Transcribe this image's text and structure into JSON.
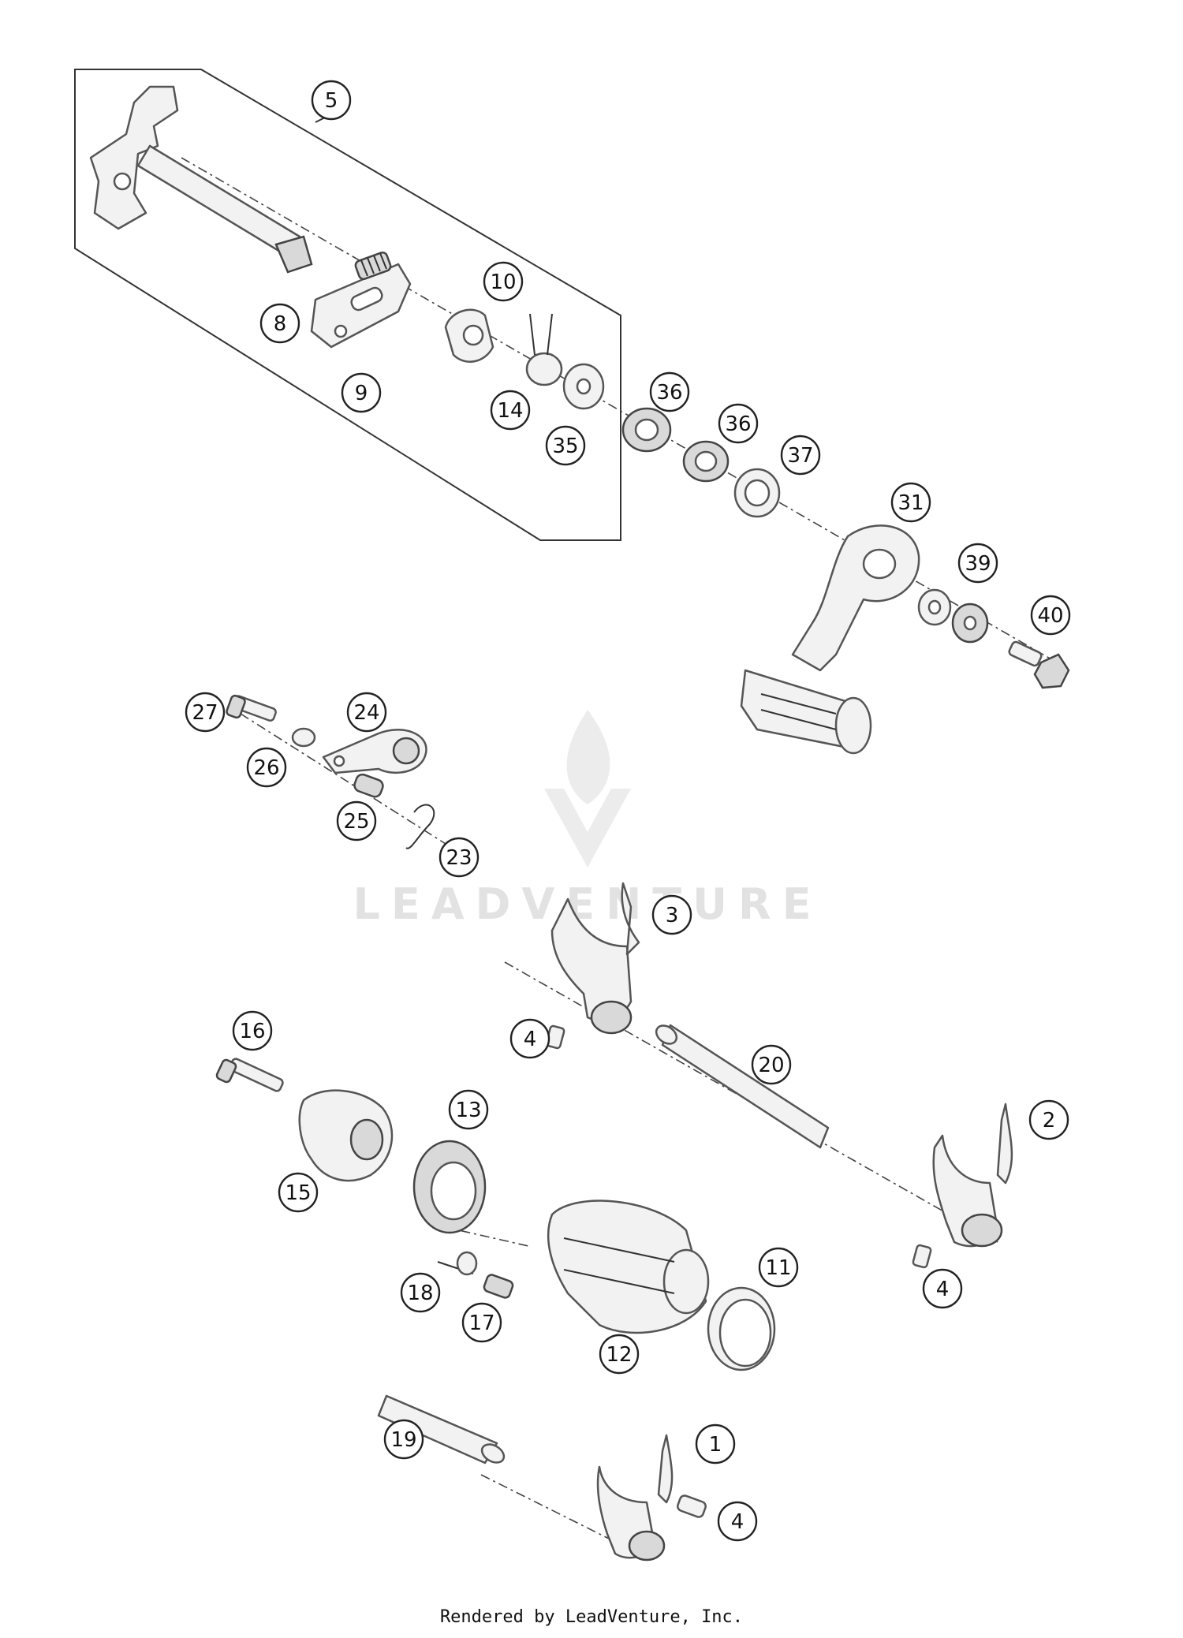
{
  "watermark": {
    "text": "LEADVENTURE"
  },
  "footer": {
    "text": "Rendered by LeadVenture, Inc."
  },
  "callouts": [
    {
      "id": "callout-5",
      "label": "5"
    },
    {
      "id": "callout-10",
      "label": "10"
    },
    {
      "id": "callout-8",
      "label": "8"
    },
    {
      "id": "callout-9",
      "label": "9"
    },
    {
      "id": "callout-14",
      "label": "14"
    },
    {
      "id": "callout-35",
      "label": "35"
    },
    {
      "id": "callout-36a",
      "label": "36"
    },
    {
      "id": "callout-36b",
      "label": "36"
    },
    {
      "id": "callout-37",
      "label": "37"
    },
    {
      "id": "callout-31",
      "label": "31"
    },
    {
      "id": "callout-39",
      "label": "39"
    },
    {
      "id": "callout-40",
      "label": "40"
    },
    {
      "id": "callout-27",
      "label": "27"
    },
    {
      "id": "callout-24",
      "label": "24"
    },
    {
      "id": "callout-26",
      "label": "26"
    },
    {
      "id": "callout-25",
      "label": "25"
    },
    {
      "id": "callout-23",
      "label": "23"
    },
    {
      "id": "callout-3",
      "label": "3"
    },
    {
      "id": "callout-16",
      "label": "16"
    },
    {
      "id": "callout-4a",
      "label": "4"
    },
    {
      "id": "callout-20",
      "label": "20"
    },
    {
      "id": "callout-13",
      "label": "13"
    },
    {
      "id": "callout-2",
      "label": "2"
    },
    {
      "id": "callout-15",
      "label": "15"
    },
    {
      "id": "callout-11",
      "label": "11"
    },
    {
      "id": "callout-18",
      "label": "18"
    },
    {
      "id": "callout-17",
      "label": "17"
    },
    {
      "id": "callout-4b",
      "label": "4"
    },
    {
      "id": "callout-12",
      "label": "12"
    },
    {
      "id": "callout-19",
      "label": "19"
    },
    {
      "id": "callout-1",
      "label": "1"
    },
    {
      "id": "callout-4c",
      "label": "4"
    }
  ]
}
